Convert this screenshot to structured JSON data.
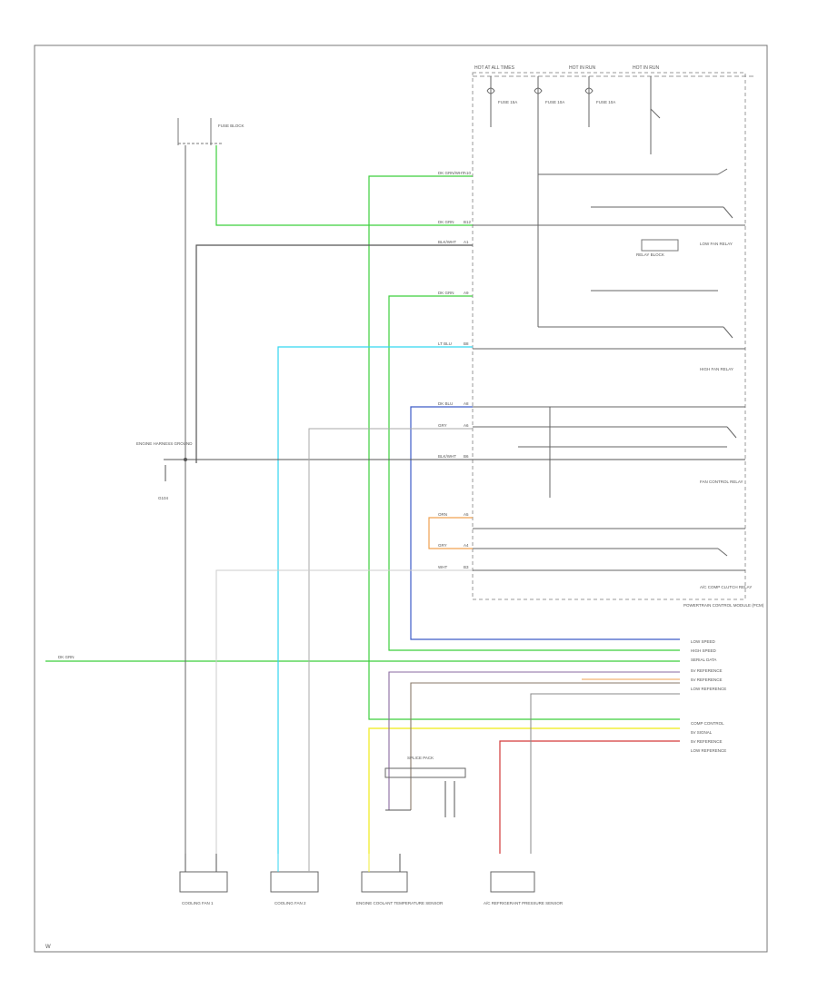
{
  "diagram": {
    "corner_code": "W",
    "left_wire_label": "DK GRN",
    "wires": [
      {
        "id": "w1",
        "color": "DK GRN/WHT",
        "pin": "A10"
      },
      {
        "id": "w2",
        "color": "DK GRN",
        "pin": "B12"
      },
      {
        "id": "w3",
        "color": "BLK/WHT",
        "pin": "A1"
      },
      {
        "id": "w4",
        "color": "DK GRN",
        "pin": "A9"
      },
      {
        "id": "w5",
        "color": "LT BLU",
        "pin": "B8"
      },
      {
        "id": "w6",
        "color": "DK BLU",
        "pin": "A8"
      },
      {
        "id": "w7",
        "color": "GRY",
        "pin": "A6"
      },
      {
        "id": "w8",
        "color": "BLK/WHT",
        "pin": "B6"
      },
      {
        "id": "w9",
        "color": "ORN",
        "pin": "A5"
      },
      {
        "id": "w10",
        "color": "GRY",
        "pin": "A4"
      },
      {
        "id": "w11",
        "color": "WHT",
        "pin": "B3"
      }
    ],
    "fuse_labels": [
      "HOT AT ALL TIMES",
      "HOT IN RUN",
      "HOT IN RUN"
    ],
    "fuse_refs": [
      "FUSE 15A",
      "FUSE 10A",
      "FUSE 10A"
    ],
    "relay_labels": [
      "LOW FAN RELAY",
      "HIGH FAN RELAY",
      "FAN CONTROL RELAY",
      "A/C COMP CLUTCH RELAY"
    ],
    "module_label": "POWERTRAIN CONTROL MODULE (PCM)",
    "connector_signals": [
      "LOW SPEED",
      "HIGH SPEED",
      "SERIAL DATA",
      "5V REFERENCE",
      "5V REFERENCE",
      "LOW REFERENCE",
      "COMP CONTROL",
      "5V SIGNAL",
      "5V REFERENCE",
      "LOW REFERENCE"
    ],
    "component_labels": [
      "COOLING FAN 1",
      "COOLING FAN 2",
      "ENGINE COOLANT TEMPERATURE SENSOR",
      "A/C REFRIGERANT PRESSURE SENSOR",
      "ENGINE HARNESS GROUND",
      "SPLICE PACK",
      "FUSE BLOCK"
    ],
    "ground_label": "G104",
    "relay_coil_label": "RELAY BLOCK"
  },
  "colors": {
    "green": "#3ccf3c",
    "lt_blue": "#33d6f0",
    "dk_blue": "#3e5cc7",
    "orange": "#f0a050",
    "yellow": "#f2ee3a",
    "red": "#d33a3a",
    "black": "#555555",
    "grey": "#9a9a9a"
  }
}
